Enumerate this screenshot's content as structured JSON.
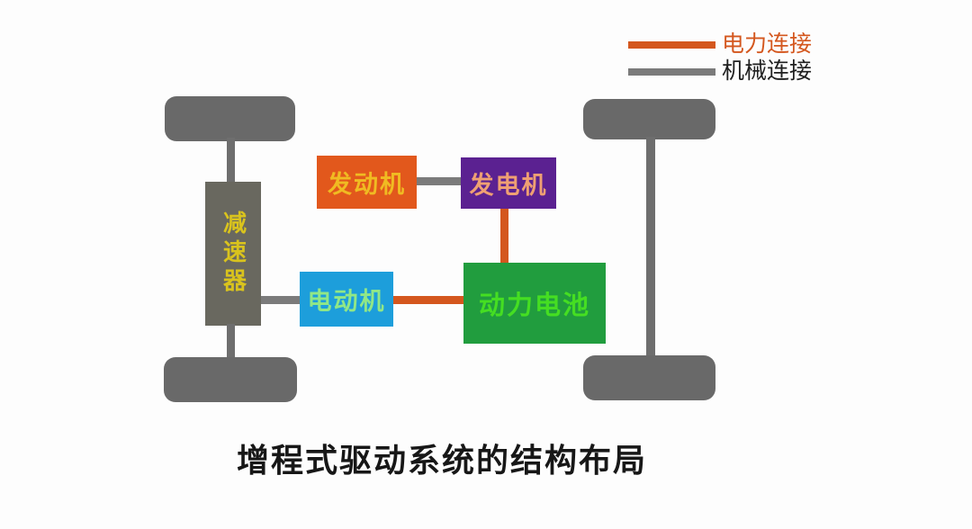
{
  "title": {
    "text": "增程式驱动系统的结构布局",
    "color": "#171717"
  },
  "legend": {
    "electric": {
      "label": "电力连接",
      "line_color": "#d4571e",
      "label_color": "#d4571e"
    },
    "mechanical": {
      "label": "机械连接",
      "line_color": "#7b7b7b",
      "label_color": "#1f1f1f"
    }
  },
  "nodes": {
    "engine": {
      "label": "发动机",
      "bg": "#e2581c",
      "fg": "#f0bb22"
    },
    "generator": {
      "label": "发电机",
      "bg": "#5b2191",
      "fg": "#efa073"
    },
    "motor": {
      "label": "电动机",
      "bg": "#1d9edb",
      "fg": "#90e787"
    },
    "battery": {
      "label": "动力电池",
      "bg": "#219d3e",
      "fg": "#45de22"
    },
    "reducer": {
      "label": "减速器",
      "bg": "#69685f",
      "fg": "#d9c31d"
    }
  },
  "links": {
    "electric_color": "#d4571e",
    "mechanical_color": "#7b7b7b"
  },
  "chassis": {
    "wheel_color": "#696969",
    "axle_color": "#6e6e6e"
  }
}
